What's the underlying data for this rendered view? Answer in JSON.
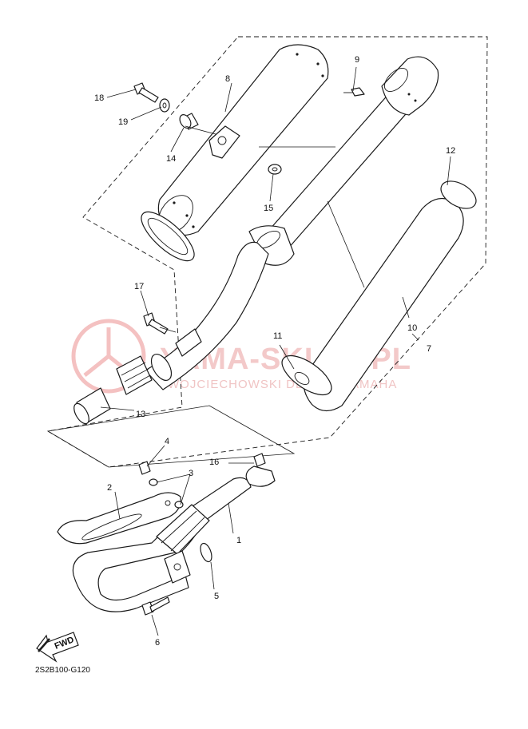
{
  "diagram_code": "2S2B100-G120",
  "watermark": {
    "brand": "YAMA-SKLEP.PL",
    "tagline": "WOJCIECHOWSKI DEALER YAMAHA",
    "logo": "yamaha-tuning-fork-logo"
  },
  "direction_badge": {
    "label": "FWD",
    "icon": "forward-arrow-icon"
  },
  "callouts": [
    {
      "id": "c1",
      "label": "1"
    },
    {
      "id": "c2",
      "label": "2"
    },
    {
      "id": "c3",
      "label": "3"
    },
    {
      "id": "c4",
      "label": "4"
    },
    {
      "id": "c5",
      "label": "5"
    },
    {
      "id": "c6",
      "label": "6"
    },
    {
      "id": "c7",
      "label": "7"
    },
    {
      "id": "c8",
      "label": "8"
    },
    {
      "id": "c9",
      "label": "9"
    },
    {
      "id": "c10",
      "label": "10"
    },
    {
      "id": "c11",
      "label": "11"
    },
    {
      "id": "c12",
      "label": "12"
    },
    {
      "id": "c13",
      "label": "13"
    },
    {
      "id": "c14",
      "label": "14"
    },
    {
      "id": "c15",
      "label": "15"
    },
    {
      "id": "c16",
      "label": "16"
    },
    {
      "id": "c17",
      "label": "17"
    },
    {
      "id": "c18",
      "label": "18"
    },
    {
      "id": "c19",
      "label": "19"
    }
  ]
}
